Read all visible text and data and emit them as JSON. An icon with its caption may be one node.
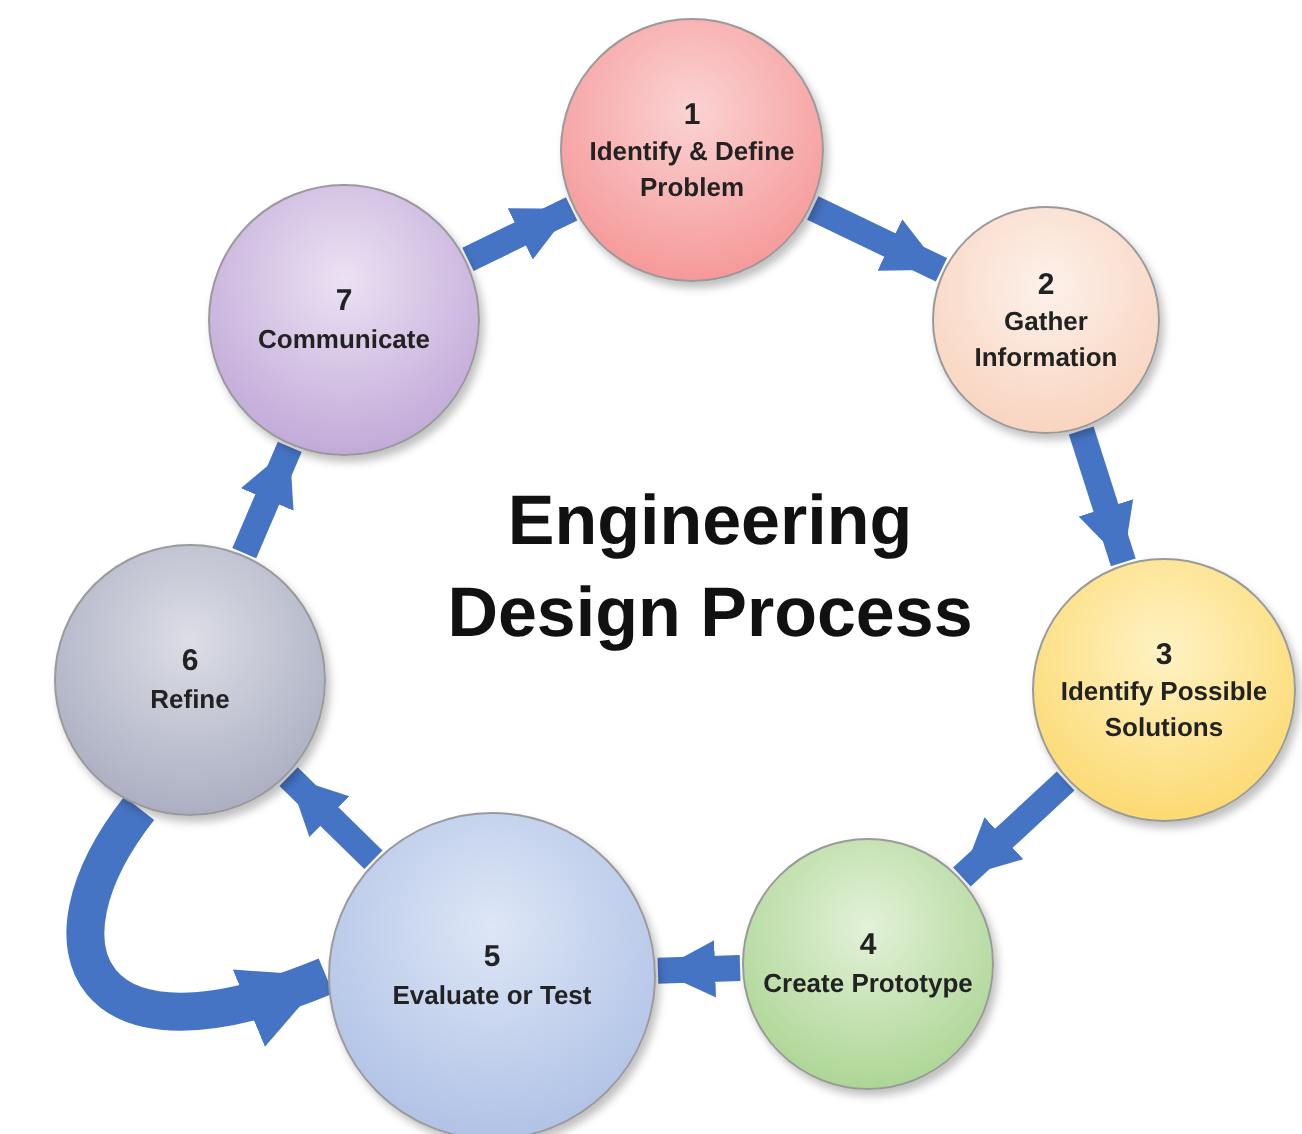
{
  "diagram": {
    "title": "Engineering Design Process",
    "nodes": [
      {
        "text": [
          "1",
          "Identify & Define Problem"
        ]
      },
      {
        "text": [
          "2",
          "Gather Information"
        ]
      },
      {
        "text": [
          "3",
          "Identify Possible Solutions"
        ]
      },
      {
        "text": [
          "4",
          "Create Prototype"
        ]
      },
      {
        "text": [
          "5",
          "Evaluate or Test"
        ]
      },
      {
        "text": [
          "6",
          "Refine"
        ]
      },
      {
        "text": [
          "7",
          "Communicate"
        ]
      }
    ],
    "edges": [
      {
        "from": 0,
        "to": 1,
        "arrow": "to"
      },
      {
        "from": 1,
        "to": 2,
        "arrow": "to"
      },
      {
        "from": 2,
        "to": 3,
        "arrow": "to"
      },
      {
        "from": 3,
        "to": 4,
        "arrow": "to"
      },
      {
        "from": 4,
        "to": 5,
        "arrow": "to"
      },
      {
        "from": 5,
        "to": 6,
        "arrow": "to"
      },
      {
        "from": 6,
        "to": 0,
        "arrow": "to"
      },
      {
        "from": 5,
        "to": 4,
        "arrow": "to"
      }
    ]
  }
}
